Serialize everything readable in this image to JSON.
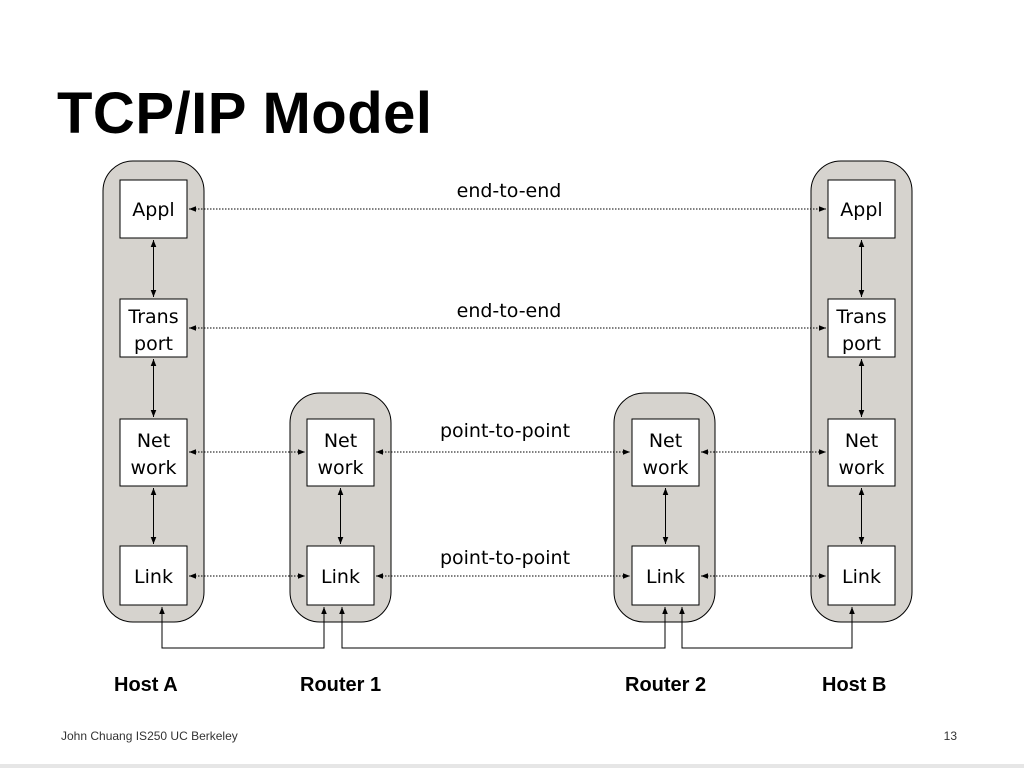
{
  "slide": {
    "title": "TCP/IP Model",
    "footer_left": "John Chuang IS250 UC Berkeley",
    "page_number": "13"
  },
  "colors": {
    "node_fill": "#d6d3ce",
    "box_fill": "#ffffff",
    "stroke": "#000000"
  },
  "diagram": {
    "nodes": [
      {
        "name": "Host A",
        "layers": [
          "appl",
          "transport",
          "network",
          "link"
        ]
      },
      {
        "name": "Router 1",
        "layers": [
          "network",
          "link"
        ]
      },
      {
        "name": "Router 2",
        "layers": [
          "network",
          "link"
        ]
      },
      {
        "name": "Host B",
        "layers": [
          "appl",
          "transport",
          "network",
          "link"
        ]
      }
    ],
    "layer_labels": {
      "appl": [
        "Appl"
      ],
      "transport": [
        "Trans",
        "port"
      ],
      "network": [
        "Net",
        "work"
      ],
      "link": [
        "Link"
      ]
    },
    "edge_labels": {
      "appl": "end-to-end",
      "transport": "end-to-end",
      "network": "point-to-point",
      "link": "point-to-point"
    }
  }
}
